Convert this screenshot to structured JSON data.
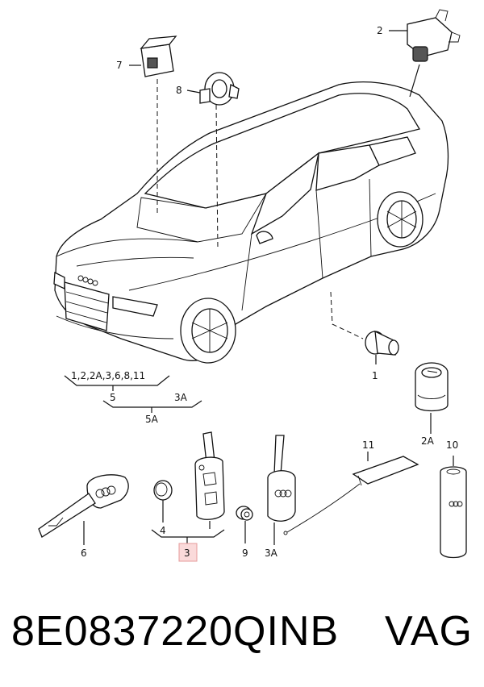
{
  "diagram": {
    "callouts": {
      "c1": "1",
      "c2": "2",
      "c2a": "2A",
      "c3": "3",
      "c3a": "3A",
      "c4": "4",
      "c5": "5",
      "c5a": "5A",
      "c6": "6",
      "c7": "7",
      "c8": "8",
      "c9": "9",
      "c10": "10",
      "c11": "11",
      "set_list": "1,2,2A,3,6,8,11",
      "set_5": "5",
      "set_3a": "3A",
      "set_5a": "5A"
    }
  },
  "footer": {
    "part_number": "8E0837220QINB",
    "brand": "VAG"
  }
}
